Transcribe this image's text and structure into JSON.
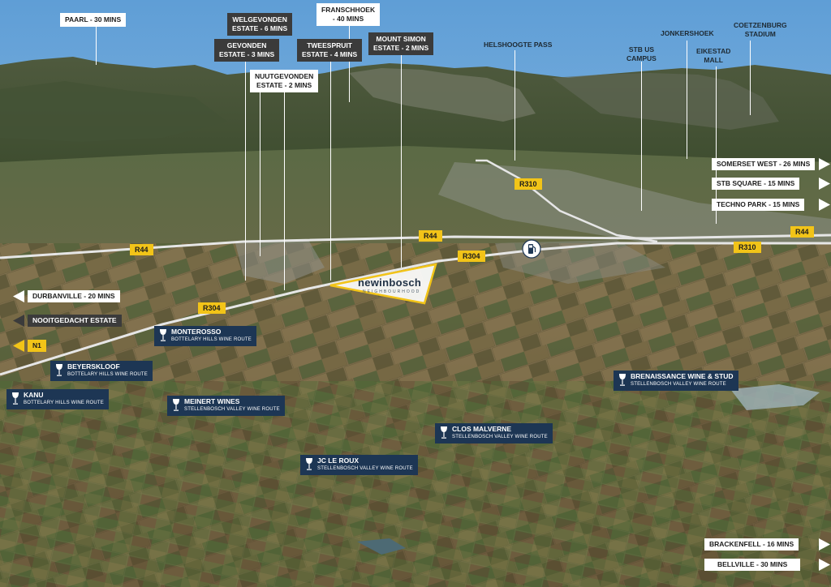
{
  "colors": {
    "road_badge": "#f2c418",
    "wine_badge": "#1d3654",
    "sky": "#7fb2da"
  },
  "places": {
    "paarl": "PAARL - 30 MINS",
    "welgevonden": [
      "WELGEVONDEN",
      "ESTATE - 6 MINS"
    ],
    "gevonden": [
      "GEVONDEN",
      "ESTATE - 3 MINS"
    ],
    "franschhoek": [
      "FRANSCHHOEK",
      "- 40 MINS"
    ],
    "tweespruit": [
      "TWEESPRUIT",
      "ESTATE - 4 MINS"
    ],
    "mount_simon": [
      "MOUNT SIMON",
      "ESTATE - 2 MINS"
    ],
    "nuutgevonden": [
      "NUUTGEVONDEN",
      "ESTATE - 2 MINS"
    ],
    "helshoogte": "HELSHOOGTE PASS",
    "stb_us": [
      "STB US",
      "CAMPUS"
    ],
    "jonkershoek": "JONKERSHOEK",
    "eikestad": [
      "EIKESTAD",
      "MALL"
    ],
    "coetzenburg": [
      "COETZENBURG",
      "STADIUM"
    ]
  },
  "directions": {
    "somerset": "SOMERSET WEST - 26 MINS",
    "stb_square": "STB SQUARE - 15 MINS",
    "techno": "TECHNO PARK - 15 MINS",
    "durbanville": "DURBANVILLE - 20 MINS",
    "nooitgedacht": "NOOITGEDACHT ESTATE",
    "n1": "N1",
    "brackenfell": "BRACKENFELL - 16 MINS",
    "bellville": "BELLVILLE - 30 MINS"
  },
  "roads": {
    "r310": "R310",
    "r44": "R44",
    "r304": "R304"
  },
  "development": {
    "name": "newinbosch",
    "tagline": "NEIGHBOURHOOD"
  },
  "wineries": [
    {
      "name": "MONTEROSSO",
      "route": "BOTTELARY HILLS WINE ROUTE"
    },
    {
      "name": "BEYERSKLOOF",
      "route": "BOTTELARY HILLS WINE ROUTE"
    },
    {
      "name": "KANU",
      "route": "BOTTELARY HILLS WINE ROUTE"
    },
    {
      "name": "MEINERT WINES",
      "route": "STELLENBOSCH VALLEY WINE ROUTE"
    },
    {
      "name": "CLOS MALVERNE",
      "route": "STELLENBOSCH VALLEY WINE ROUTE"
    },
    {
      "name": "JC LE ROUX",
      "route": "STELLENBOSCH VALLEY WINE ROUTE"
    },
    {
      "name": "BRENAISSANCE WINE & STUD",
      "route": "STELLENBOSCH VALLEY WINE ROUTE"
    }
  ]
}
